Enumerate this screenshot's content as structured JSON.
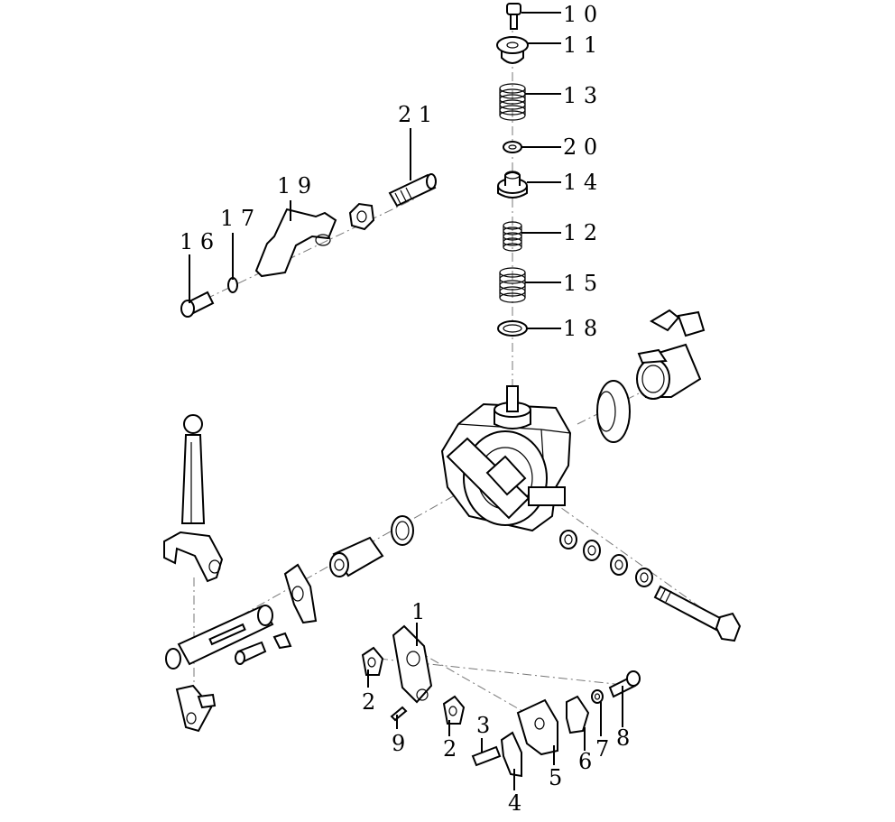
{
  "callouts": [
    {
      "id": "c10",
      "text": "1 0"
    },
    {
      "id": "c11",
      "text": "1 1"
    },
    {
      "id": "c13",
      "text": "1 3"
    },
    {
      "id": "c20",
      "text": "2 0"
    },
    {
      "id": "c14",
      "text": "1 4"
    },
    {
      "id": "c12",
      "text": "1 2"
    },
    {
      "id": "c15",
      "text": "1 5"
    },
    {
      "id": "c18",
      "text": "1 8"
    },
    {
      "id": "c21",
      "text": "2 1"
    },
    {
      "id": "c19",
      "text": "1 9"
    },
    {
      "id": "c17",
      "text": "1 7"
    },
    {
      "id": "c16",
      "text": "1 6"
    },
    {
      "id": "c1",
      "text": "1"
    },
    {
      "id": "c2a",
      "text": "2"
    },
    {
      "id": "c9",
      "text": "9"
    },
    {
      "id": "c2b",
      "text": "2"
    },
    {
      "id": "c3",
      "text": "3"
    },
    {
      "id": "c4",
      "text": "4"
    },
    {
      "id": "c5",
      "text": "5"
    },
    {
      "id": "c6",
      "text": "6"
    },
    {
      "id": "c7",
      "text": "7"
    },
    {
      "id": "c8",
      "text": "8"
    }
  ]
}
